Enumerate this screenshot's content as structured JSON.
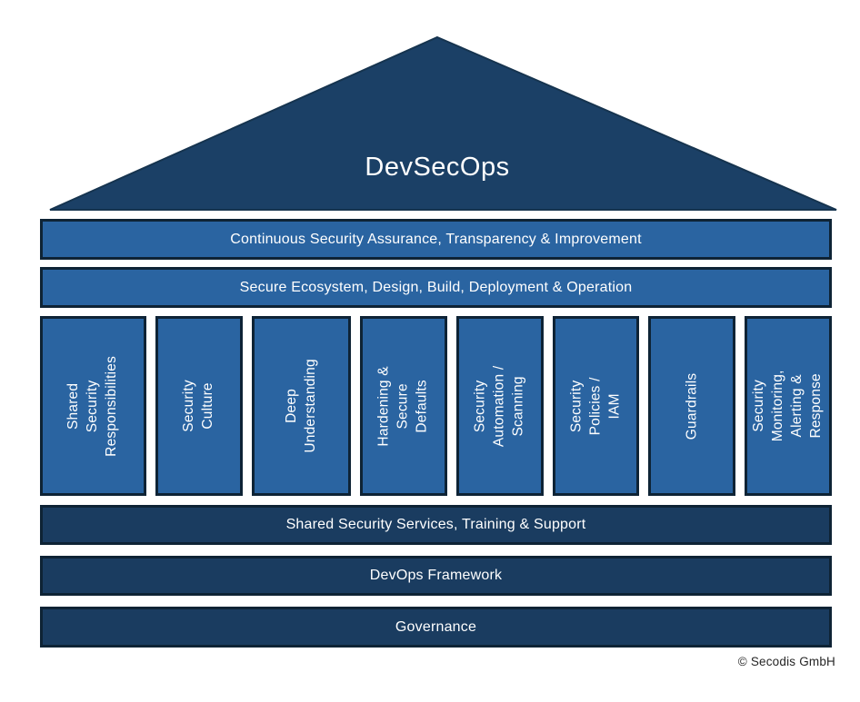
{
  "diagram": {
    "title": "DevSecOps",
    "top_bars": [
      {
        "label": "Continuous Security Assurance, Transparency & Improvement"
      },
      {
        "label": "Secure Ecosystem, Design, Build, Deployment & Operation"
      }
    ],
    "pillars": [
      {
        "label": "Shared Security\nResponsibilities"
      },
      {
        "label": "Security Culture"
      },
      {
        "label": "Deep Understanding"
      },
      {
        "label": "Hardening &\nSecure Defaults"
      },
      {
        "label": "Security Automation /\nScanning"
      },
      {
        "label": "Security Policies /\nIAM"
      },
      {
        "label": "Guardrails"
      },
      {
        "label": "Security Monitoring,\nAlerting & Response"
      }
    ],
    "bottom_bars": [
      {
        "label": "Shared Security Services, Training & Support"
      },
      {
        "label": "DevOps Framework"
      },
      {
        "label": "Governance"
      }
    ],
    "footer": {
      "copyright": "© Secodis GmbH"
    },
    "colors": {
      "roof_fill": "#1b4066",
      "roof_stroke": "#16344f",
      "mid_blue": "#2a64a1",
      "dark_blue": "#1a3c60",
      "border": "#0e2335",
      "text": "#ffffff",
      "copyright_text": "#262626",
      "background": "#ffffff"
    }
  }
}
